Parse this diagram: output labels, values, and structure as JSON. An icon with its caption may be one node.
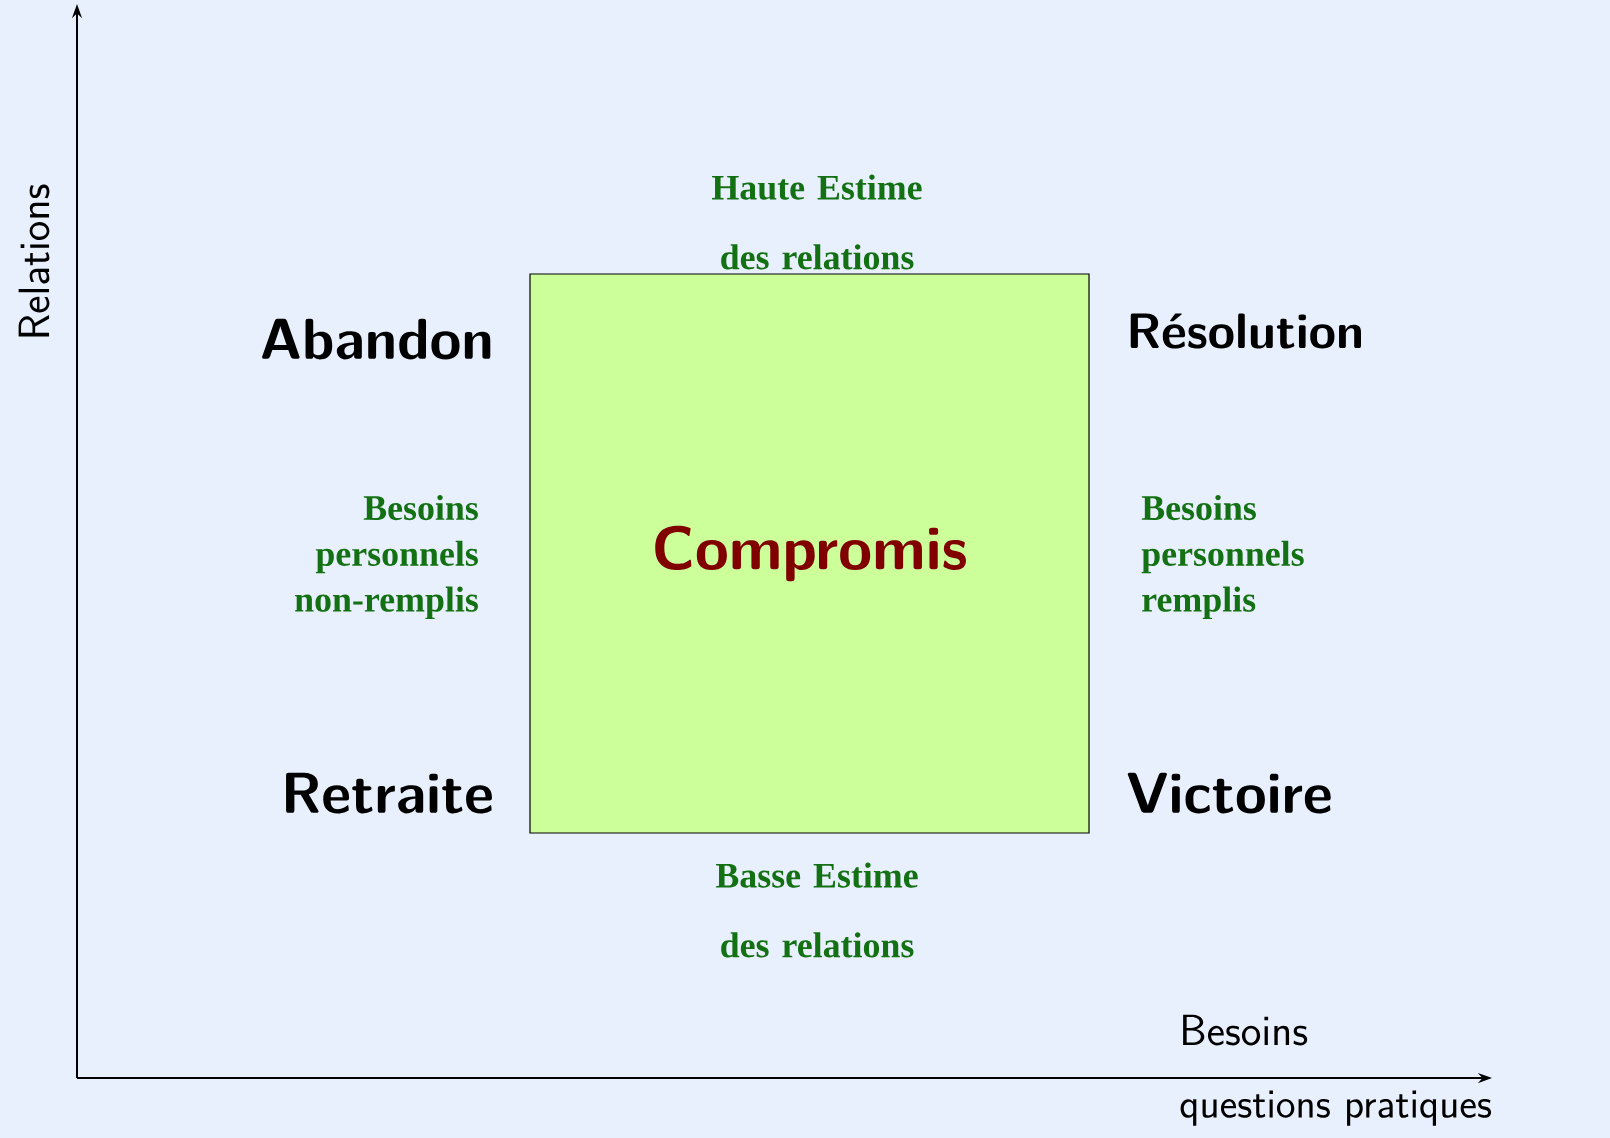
{
  "diagram": {
    "nodes": [
      {
        "text": [
          "Compromis"
        ]
      }
    ],
    "labels": [
      "Relations",
      "Haute Estime des relations",
      "Abandon",
      "Résolution",
      "Besoins personnels non-remplis",
      "Besoins personnels remplis",
      "Retraite",
      "Victoire",
      "Basse Estime des relations",
      "Besoins",
      "questions pratiques"
    ]
  }
}
